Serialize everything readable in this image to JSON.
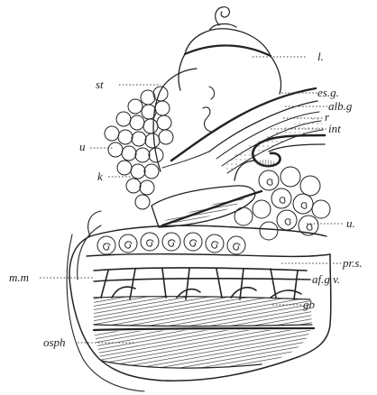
{
  "figure": {
    "labels": {
      "l": "l.",
      "st": "st",
      "es_g": "es.g.",
      "alb_g": "alb.g",
      "r": "r",
      "int": "int",
      "u_left": "u",
      "k": "k",
      "u_right": "u.",
      "pr_s": "pr.s.",
      "m_m": "m.m",
      "af_g_v": "af.g v.",
      "gb": "gb",
      "osph": "osph"
    }
  }
}
